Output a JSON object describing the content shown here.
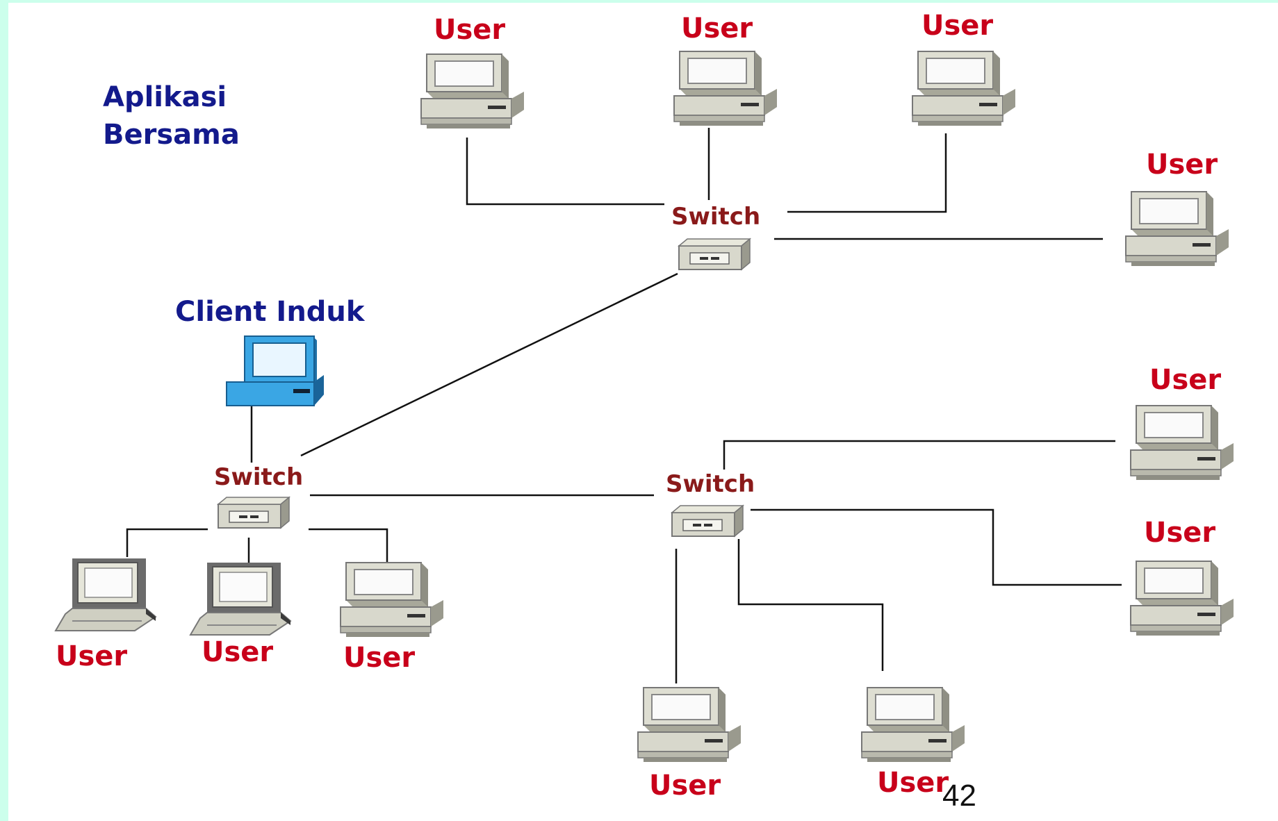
{
  "labels": {
    "app_title_line1": "Aplikasi",
    "app_title_line2": "Bersama",
    "client_induk": "Client Induk",
    "switch": "Switch",
    "user": "User",
    "page_number": "42"
  },
  "colors": {
    "background": "#ccffec",
    "user_label": "#c8001a",
    "switch_label": "#8a1a1a",
    "blue_label": "#131a8c",
    "link": "#111111",
    "pc_body": "#d8d8cc",
    "client_pc": "#2a9ad8"
  },
  "icons": {
    "user": "desktop-computer-icon",
    "laptop": "laptop-icon",
    "client": "client-computer-icon",
    "switch": "network-switch-icon"
  }
}
